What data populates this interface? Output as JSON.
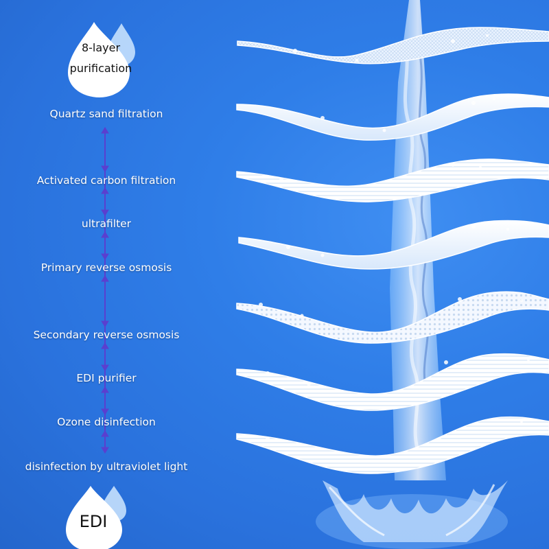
{
  "header": {
    "title_line1": "8-layer",
    "title_line2": "purification"
  },
  "stages": [
    "Quartz sand filtration",
    "Activated carbon filtration",
    "ultrafilter",
    "Primary reverse osmosis",
    "Secondary reverse osmosis",
    "EDI purifier",
    "Ozone disinfection",
    "disinfection by ultraviolet light"
  ],
  "footer_badge": "EDI",
  "colors": {
    "background": "#2f7ee8",
    "arrow": "#5a3fcf",
    "label_text": "#ffffff",
    "badge_fill": "#ffffff"
  },
  "icons": {
    "header_drop": "water-drop-icon",
    "footer_drop": "water-drop-icon",
    "connector": "double-headed-arrow-icon"
  }
}
